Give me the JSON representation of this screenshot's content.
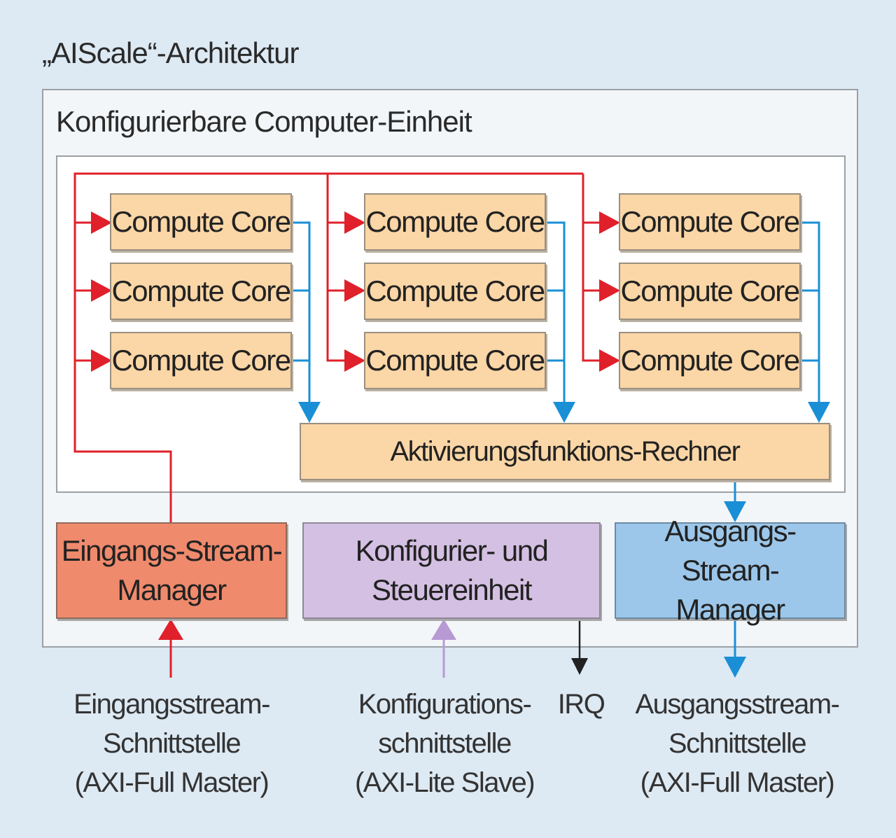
{
  "diagram": {
    "title": "„AIScale“-Architektur",
    "outer_label": "Konfigurierbare Computer-Einheit",
    "core_label": "Compute Core",
    "activation_label": "Aktivierungsfunktions-Rechner",
    "input_manager": {
      "line1": "Eingangs-Stream-",
      "line2": "Manager"
    },
    "config_unit": {
      "line1": "Konfigurier- und",
      "line2": "Steuereinheit"
    },
    "output_manager": {
      "line1": "Ausgangs-Stream-",
      "line2": "Manager"
    },
    "interfaces": {
      "input": {
        "line1": "Eingangsstream-",
        "line2": "Schnittstelle",
        "line3": "(AXI-Full Master)"
      },
      "config": {
        "line1": "Konfigurations-",
        "line2": "schnittstelle",
        "line3": "(AXI-Lite Slave)"
      },
      "irq": "IRQ",
      "output": {
        "line1": "Ausgangsstream-",
        "line2": "Schnittstelle",
        "line3": "(AXI-Full Master)"
      }
    },
    "colors": {
      "data_in": "#e0202a",
      "data_out": "#1a8fd6",
      "config": "#b79ad4",
      "irq": "#222222",
      "core_fill": "#fbd6a6"
    }
  }
}
